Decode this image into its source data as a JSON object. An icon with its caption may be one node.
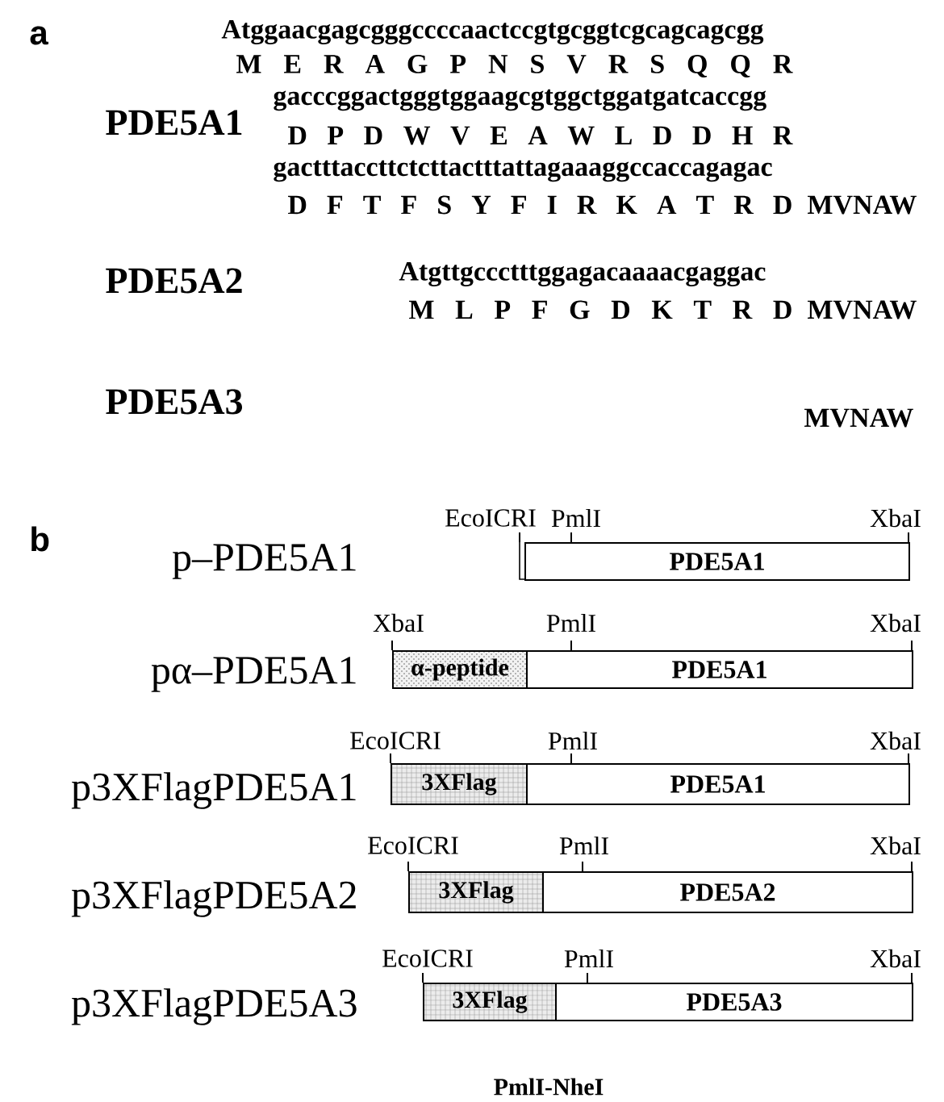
{
  "diagram": {
    "nodes": [
      {
        "text": [
          "PDE5A1"
        ]
      },
      {
        "text": [
          "α-peptide"
        ]
      },
      {
        "text": [
          "PDE5A1"
        ]
      },
      {
        "text": [
          "3XFlag"
        ]
      },
      {
        "text": [
          "PDE5A1"
        ]
      },
      {
        "text": [
          "3XFlag"
        ]
      },
      {
        "text": [
          "PDE5A2"
        ]
      },
      {
        "text": [
          "3XFlag"
        ]
      },
      {
        "text": [
          "PDE5A3"
        ]
      }
    ],
    "labels": [
      "a",
      "Atggaacgagcgggccccaactccgtgcggtcgcagcagcgg",
      "M E R A G P N S V R S Q Q R",
      "PDE5A1",
      "gacccggactgggtggaagcgtggctggatgatcaccgg",
      "D P D W V E A W L D D H R",
      "gactttaccttctcttactttattagaaaggccaccagagac",
      "D F T F S Y F I R K A T R D",
      "MVNAW",
      "PDE5A2",
      "Atgttgccctttggagacaaaacgaggac",
      "M L P F G D K T R D",
      "MVNAW",
      "PDE5A3",
      "MVNAW",
      "b",
      "EcoICRI",
      "PmlI",
      "XbaI",
      "p–PDE5A1",
      "XbaI",
      "PmlI",
      "XbaI",
      "pα–PDE5A1",
      "EcoICRI",
      "PmlI",
      "XbaI",
      "p3XFlagPDE5A1",
      "EcoICRI",
      "PmlI",
      "XbaI",
      "p3XFlagPDE5A2",
      "EcoICRI",
      "PmlI",
      "XbaI",
      "p3XFlagPDE5A3",
      "PmlI-NheI"
    ]
  }
}
